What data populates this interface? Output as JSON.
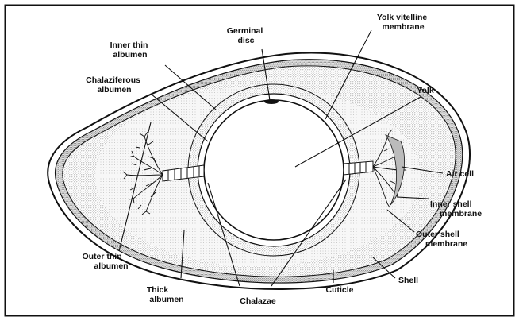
{
  "labels": {
    "germinal_disc": [
      "Germinal",
      "disc"
    ],
    "yolk_vitelline_membrane": [
      "Yolk vitelline",
      "membrane"
    ],
    "inner_thin_albumen": [
      "Inner thin",
      "albumen"
    ],
    "chalaziferous_albumen": [
      "Chalaziferous",
      "albumen"
    ],
    "yolk": "Yolk",
    "air_cell": "Air cell",
    "inner_shell_membrane": [
      "Inner shell",
      "membrane"
    ],
    "outer_shell_membrane": [
      "Outer shell",
      "membrane"
    ],
    "shell": "Shell",
    "outer_thin_albumen": [
      "Outer thin",
      "albumen"
    ],
    "thick_albumen": [
      "Thick",
      "albumen"
    ],
    "chalazae": "Chalazae",
    "cuticle": "Cuticle"
  },
  "colors": {
    "ink": "#111111",
    "stipple": "#9a9a9a",
    "background": "#ffffff"
  }
}
